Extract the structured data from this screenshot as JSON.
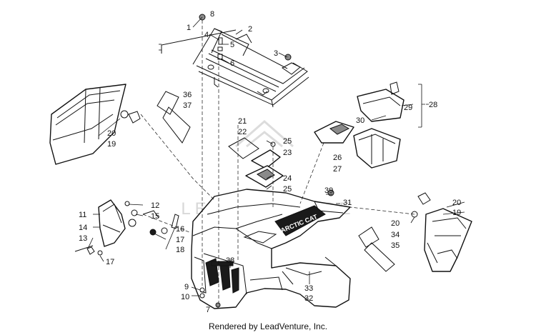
{
  "watermark": "LEADVENTURE",
  "footer": "Rendered by LeadVenture, Inc.",
  "decal_text": "ARCTIC CAT",
  "callouts": {
    "c1": "1",
    "c2": "2",
    "c3": "3",
    "c4": "4",
    "c5": "5",
    "c6": "6",
    "c7": "7",
    "c8": "8",
    "c9": "9",
    "c10": "10",
    "c11": "11",
    "c12": "12",
    "c13": "13",
    "c14": "14",
    "c15": "15",
    "c16": "16",
    "c17a": "17",
    "c17b": "17",
    "c18": "18",
    "c19a": "19",
    "c19b": "19",
    "c20a": "20",
    "c20b": "20",
    "c20c": "20",
    "c21": "21",
    "c22": "22",
    "c23": "23",
    "c24": "24",
    "c25a": "25",
    "c25b": "25",
    "c26": "26",
    "c27": "27",
    "c28": "28",
    "c29": "29",
    "c30": "30",
    "c31": "31",
    "c32": "32",
    "c33": "33",
    "c34": "34",
    "c35": "35",
    "c36": "36",
    "c37": "37",
    "c38": "38",
    "c39": "39"
  }
}
